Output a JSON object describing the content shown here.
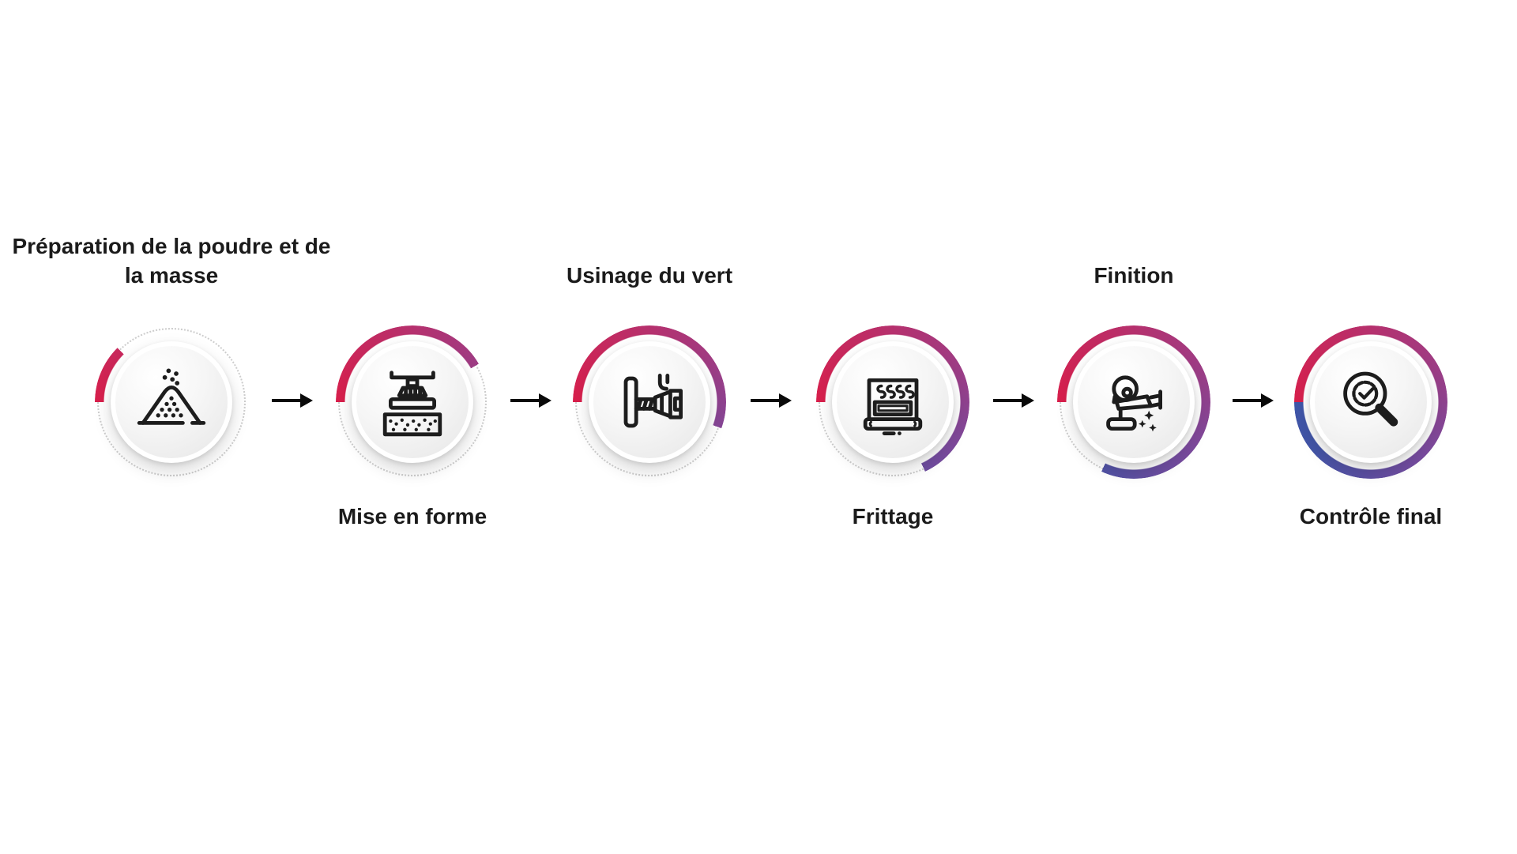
{
  "page": {
    "background": "#ffffff"
  },
  "colors": {
    "label_text": "#1b1b1b",
    "icon_stroke": "#1d1d1d",
    "dotted_ring": "#cdcdcd",
    "arrow": "#0a0a0a",
    "arc_stops": [
      [
        0,
        "#d81f4b"
      ],
      [
        140,
        "#a23a80"
      ],
      [
        220,
        "#7b4a9d"
      ],
      [
        320,
        "#4254a6"
      ],
      [
        360,
        "#3f56a9"
      ]
    ]
  },
  "process": {
    "connector_icon": "arrow-right-icon",
    "steps": [
      {
        "label": "Préparation de la poudre et de la masse",
        "label_position": "above",
        "icon": "powder-pile-icon",
        "progress_deg": 45
      },
      {
        "label": "Mise en forme",
        "label_position": "below",
        "icon": "powder-press-icon",
        "progress_deg": 150
      },
      {
        "label": "Usinage du vert",
        "label_position": "above",
        "icon": "green-machining-icon",
        "progress_deg": 200
      },
      {
        "label": "Frittage",
        "label_position": "below",
        "icon": "sintering-furnace-icon",
        "progress_deg": 245
      },
      {
        "label": "Finition",
        "label_position": "above",
        "icon": "polishing-grinder-icon",
        "progress_deg": 295
      },
      {
        "label": "Contrôle final",
        "label_position": "below",
        "icon": "inspection-magnifier-icon",
        "progress_deg": 360
      }
    ]
  }
}
